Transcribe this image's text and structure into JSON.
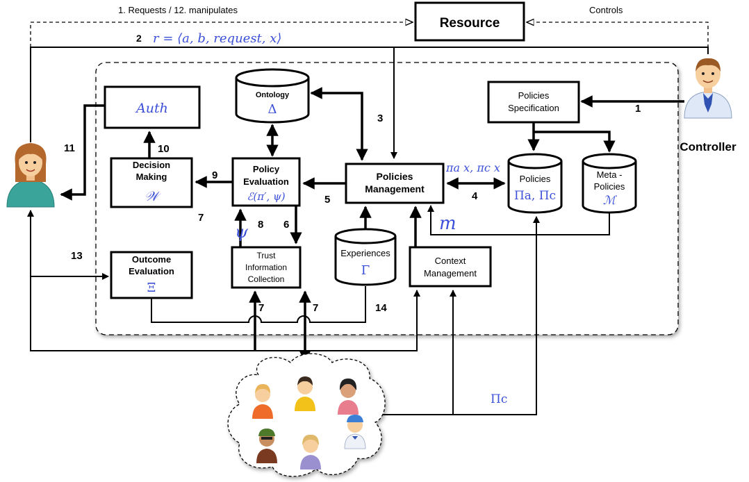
{
  "top": {
    "requests_label": "1. Requests  / 12. manipulates",
    "controls_label": "Controls",
    "resource": "Resource",
    "request_step": "2",
    "request_formula": "r = ⟨a, b, request, x⟩"
  },
  "actors": {
    "controller": "Controller"
  },
  "boxes": {
    "auth": "Auth",
    "decision_line1": "Decision",
    "decision_line2": "Making",
    "decision_symbol": "𝒲",
    "policy_eval_line1": "Policy",
    "policy_eval_line2": "Evaluation",
    "policy_eval_symbol": "ℰ(π′, ψ)",
    "policies_mgmt_line1": "Policies",
    "policies_mgmt_line2": "Management",
    "policies_spec_line1": "Policies",
    "policies_spec_line2": "Specification",
    "outcome_line1": "Outcome",
    "outcome_line2": "Evaluation",
    "outcome_symbol": "Ξ",
    "trust_line1": "Trust",
    "trust_line2": "Information",
    "trust_line3": "Collection",
    "context_line1": "Context",
    "context_line2": "Management"
  },
  "stores": {
    "ontology": "Ontology",
    "ontology_symbol": "Δ",
    "policies": "Policies",
    "policies_symbol": "Πa, Πc",
    "meta_line1": "Meta -",
    "meta_line2": "Policies",
    "meta_symbol": "ℳ",
    "experiences": "Experiences",
    "experiences_symbol": "Γ"
  },
  "math_labels": {
    "pi_ax_pi_cx": "πa x, πc x",
    "m": "m",
    "psi": "ψ",
    "pi_c": "Πc"
  },
  "steps": {
    "s1": "1",
    "s3": "3",
    "s4": "4",
    "s5": "5",
    "s6": "6",
    "s7a": "7",
    "s7b": "7",
    "s7c": "7",
    "s8": "8",
    "s9": "9",
    "s10": "10",
    "s11": "11",
    "s13": "13",
    "s14": "14"
  },
  "colors": {
    "math_text": "#3b4fd8",
    "controller_shirt": "#dfe8f6",
    "controller_tie": "#2f52b3",
    "requester_shirt": "#3aa39a",
    "requester_hair": "#b5682c"
  },
  "icons": {
    "controller": "user-male-icon",
    "requester": "user-female-icon",
    "community": "users-group-icon"
  }
}
